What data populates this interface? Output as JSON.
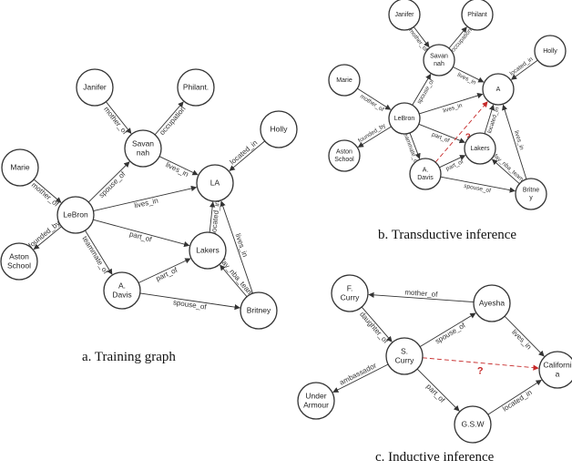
{
  "captions": {
    "training": "a. Training graph",
    "transductive": "b. Transductive inference",
    "inductive": "c. Inductive inference"
  },
  "colors": {
    "stroke": "#333333",
    "question": "#c62828"
  },
  "graphs": {
    "training": {
      "nodes": {
        "marie": [
          "Marie"
        ],
        "aston": [
          "Aston",
          "School"
        ],
        "lebron": [
          "LeBron"
        ],
        "janifer": [
          "Janifer"
        ],
        "savannah": [
          "Savan",
          "nah"
        ],
        "philant": [
          "Philant."
        ],
        "holly": [
          "Holly"
        ],
        "la": [
          "LA"
        ],
        "lakers": [
          "Lakers"
        ],
        "adavis": [
          "A.",
          "Davis"
        ],
        "britney": [
          "Britney"
        ]
      },
      "edges": [
        {
          "from": "marie",
          "to": "lebron",
          "label": "mother_of"
        },
        {
          "from": "lebron",
          "to": "aston",
          "label": "founded_by"
        },
        {
          "from": "lebron",
          "to": "savannah",
          "label": "spouse_of"
        },
        {
          "from": "janifer",
          "to": "savannah",
          "label": "mother_of"
        },
        {
          "from": "savannah",
          "to": "philant",
          "label": "occupation"
        },
        {
          "from": "savannah",
          "to": "la",
          "label": "lives_in"
        },
        {
          "from": "lebron",
          "to": "la",
          "label": "lives_in"
        },
        {
          "from": "holly",
          "to": "la",
          "label": "located_in"
        },
        {
          "from": "lebron",
          "to": "lakers",
          "label": "part_of"
        },
        {
          "from": "lebron",
          "to": "adavis",
          "label": "teammate_of"
        },
        {
          "from": "lakers",
          "to": "la",
          "label": "located_in"
        },
        {
          "from": "adavis",
          "to": "lakers",
          "label": "part_of"
        },
        {
          "from": "adavis",
          "to": "britney",
          "label": "spouse_of"
        },
        {
          "from": "britney",
          "to": "lakers",
          "label": "fav_nba_team"
        },
        {
          "from": "britney",
          "to": "la",
          "label": "lives_in"
        }
      ]
    },
    "transductive": {
      "nodes": {
        "janifer": [
          "Janifer"
        ],
        "philant": [
          "Philant"
        ],
        "savannah": [
          "Savan",
          "nah"
        ],
        "holly": [
          "Holly"
        ],
        "marie": [
          "Marie"
        ],
        "la": [
          "A"
        ],
        "lebron": [
          "LeBron"
        ],
        "aston": [
          "Aston",
          "School"
        ],
        "lakers": [
          "Lakers"
        ],
        "adavis": [
          "A.",
          "Davis"
        ],
        "britney": [
          "Britne",
          "y"
        ]
      },
      "edges": [
        {
          "from": "janifer",
          "to": "savannah",
          "label": "mother_of"
        },
        {
          "from": "savannah",
          "to": "philant",
          "label": "occupation"
        },
        {
          "from": "savannah",
          "to": "la",
          "label": "lives_in"
        },
        {
          "from": "holly",
          "to": "la",
          "label": "located_in"
        },
        {
          "from": "marie",
          "to": "lebron",
          "label": "mother_of"
        },
        {
          "from": "lebron",
          "to": "savannah",
          "label": "spouse_of"
        },
        {
          "from": "lebron",
          "to": "la",
          "label": "lives_in"
        },
        {
          "from": "lebron",
          "to": "aston",
          "label": "founded_by"
        },
        {
          "from": "lebron",
          "to": "lakers",
          "label": "part_of"
        },
        {
          "from": "lebron",
          "to": "adavis",
          "label": "teammate_of"
        },
        {
          "from": "lakers",
          "to": "la",
          "label": "located_in"
        },
        {
          "from": "adavis",
          "to": "lakers",
          "label": "part_of"
        },
        {
          "from": "adavis",
          "to": "britney",
          "label": "spouse_of"
        },
        {
          "from": "britney",
          "to": "lakers",
          "label": "fav_nba_team"
        },
        {
          "from": "britney",
          "to": "la",
          "label": "lives_in"
        },
        {
          "from": "adavis",
          "to": "la",
          "label": "?",
          "dashed": true
        }
      ]
    },
    "inductive": {
      "nodes": {
        "fcurry": [
          "F.",
          "Curry"
        ],
        "ayesha": [
          "Ayesha"
        ],
        "scurry": [
          "S.",
          "Curry"
        ],
        "california": [
          "Californi",
          "a"
        ],
        "underarmour": [
          "Under",
          "Armour"
        ],
        "gsw": [
          "G.S.W"
        ]
      },
      "edges": [
        {
          "from": "ayesha",
          "to": "fcurry",
          "label": "mother_of"
        },
        {
          "from": "fcurry",
          "to": "scurry",
          "label": "daughter_of"
        },
        {
          "from": "scurry",
          "to": "ayesha",
          "label": "spouse_of"
        },
        {
          "from": "ayesha",
          "to": "california",
          "label": "lives_in"
        },
        {
          "from": "scurry",
          "to": "underarmour",
          "label": "ambassador"
        },
        {
          "from": "scurry",
          "to": "gsw",
          "label": "part_of"
        },
        {
          "from": "gsw",
          "to": "california",
          "label": "located_in"
        },
        {
          "from": "scurry",
          "to": "california",
          "label": "?",
          "dashed": true
        }
      ]
    }
  }
}
